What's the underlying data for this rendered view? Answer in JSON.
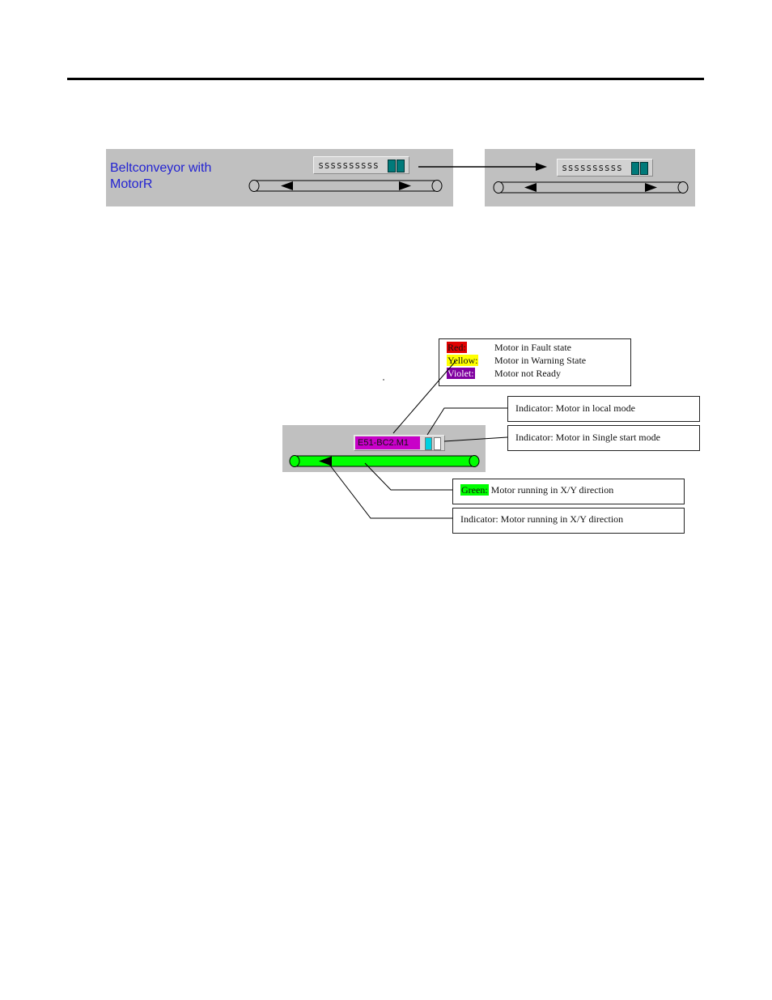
{
  "figure1": {
    "left_panel_title_line1": "Beltconveyor with",
    "left_panel_title_line2": "MotorR",
    "left_tag_text": "ssssssssss",
    "right_tag_text": "ssssssssss",
    "panel_color": "#c0c0c0",
    "title_color": "#2323d2",
    "indicator_color": "#007a7a"
  },
  "figure2": {
    "tag_name": "E51-BC2.M1",
    "tag_color": "#c800c8",
    "belt_color": "#00ff00",
    "legend": [
      {
        "label": "Red:",
        "color": "#e00000",
        "text": "Motor in Fault state"
      },
      {
        "label": "Yellow:",
        "color": "#ffff00",
        "text": "Motor in Warning State"
      },
      {
        "label": "Violet:",
        "color": "#8000a0",
        "text": "Motor not Ready"
      }
    ],
    "callouts": {
      "local_mode": "Indicator: Motor in local mode",
      "single_start": "Indicator: Motor in Single start mode",
      "green_label": "Green:",
      "green_text": "Motor running in X/Y direction",
      "direction": "Indicator: Motor running in X/Y direction"
    },
    "indicator_local_color": "#00d0e0",
    "indicator_single_color": "#ffffff"
  }
}
